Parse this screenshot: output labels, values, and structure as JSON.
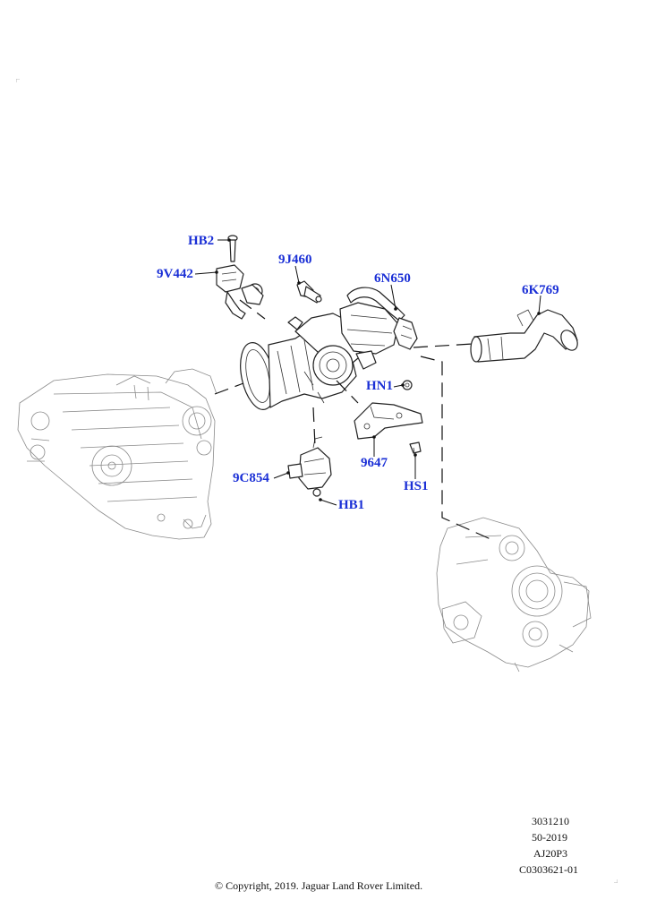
{
  "diagram": {
    "part_labels": [
      {
        "id": "hb2",
        "text": "HB2"
      },
      {
        "id": "9v442",
        "text": "9V442"
      },
      {
        "id": "9j460",
        "text": "9J460"
      },
      {
        "id": "6n650",
        "text": "6N650"
      },
      {
        "id": "6k769",
        "text": "6K769"
      },
      {
        "id": "hn1",
        "text": "HN1"
      },
      {
        "id": "9647",
        "text": "9647"
      },
      {
        "id": "hs1",
        "text": "HS1"
      },
      {
        "id": "9c854",
        "text": "9C854"
      },
      {
        "id": "hb1",
        "text": "HB1"
      }
    ],
    "reference_codes": [
      "3031210",
      "50-2019",
      "AJ20P3",
      "C0303621-01"
    ],
    "copyright": "© Copyright, 2019. Jaguar Land Rover Limited."
  },
  "colors": {
    "label": "#1a2fd6",
    "ink": "#222222"
  }
}
